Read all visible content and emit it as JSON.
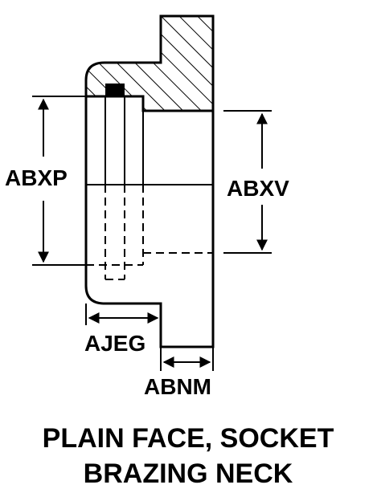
{
  "dimensions": {
    "abxp": "ABXP",
    "abxv": "ABXV",
    "ajeg": "AJEG",
    "abnm": "ABNM"
  },
  "caption": {
    "line1": "PLAIN FACE, SOCKET",
    "line2": "BRAZING NECK"
  },
  "colors": {
    "ink": "#000000",
    "paper": "#ffffff"
  }
}
